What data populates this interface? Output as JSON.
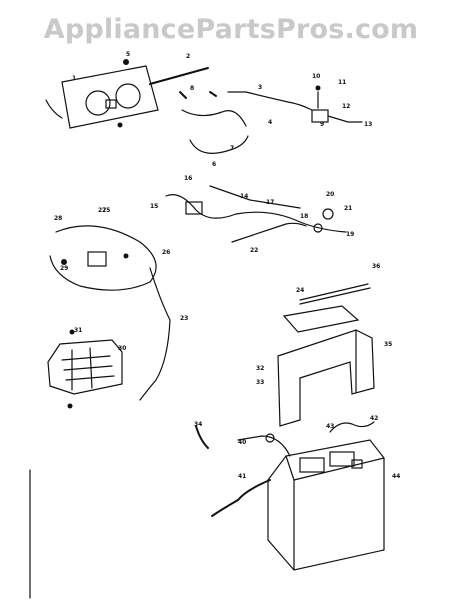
{
  "watermark": {
    "text": "AppliancePartsPros.com"
  },
  "callouts": [
    "1",
    "2",
    "3",
    "4",
    "5",
    "6",
    "7",
    "8",
    "9",
    "10",
    "11",
    "12",
    "13",
    "14",
    "15",
    "16",
    "17",
    "18",
    "19",
    "20",
    "21",
    "22",
    "23",
    "24",
    "25",
    "26",
    "27",
    "28",
    "29",
    "30",
    "31",
    "32",
    "33",
    "34",
    "35",
    "36",
    "40",
    "41",
    "42",
    "43",
    "44"
  ]
}
